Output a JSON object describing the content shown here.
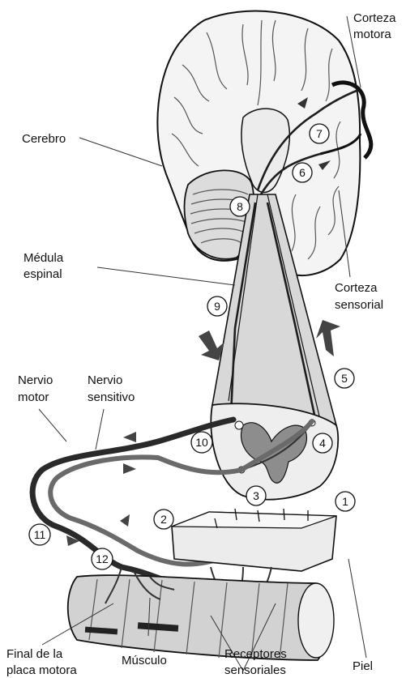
{
  "labels": {
    "corteza_motora": [
      "Corteza",
      "motora"
    ],
    "cerebro": "Cerebro",
    "medula_espinal": [
      "Médula",
      "espinal"
    ],
    "corteza_sensorial": [
      "Corteza",
      "sensorial"
    ],
    "nervio_motor": [
      "Nervio",
      "motor"
    ],
    "nervio_sensitivo": [
      "Nervio",
      "sensitivo"
    ],
    "final_placa_motora": [
      "Final de la",
      "placa motora"
    ],
    "musculo": "Músculo",
    "receptores_sensoriales": [
      "Receptores",
      "sensoriales"
    ],
    "piel": "Piel"
  },
  "steps": [
    "1",
    "2",
    "3",
    "4",
    "5",
    "6",
    "7",
    "8",
    "9",
    "10",
    "11",
    "12"
  ],
  "colors": {
    "line": "#111111",
    "tissue_light": "#e6e6e6",
    "tissue_mid": "#bdbdbd",
    "tissue_dark": "#3a3a3a"
  }
}
